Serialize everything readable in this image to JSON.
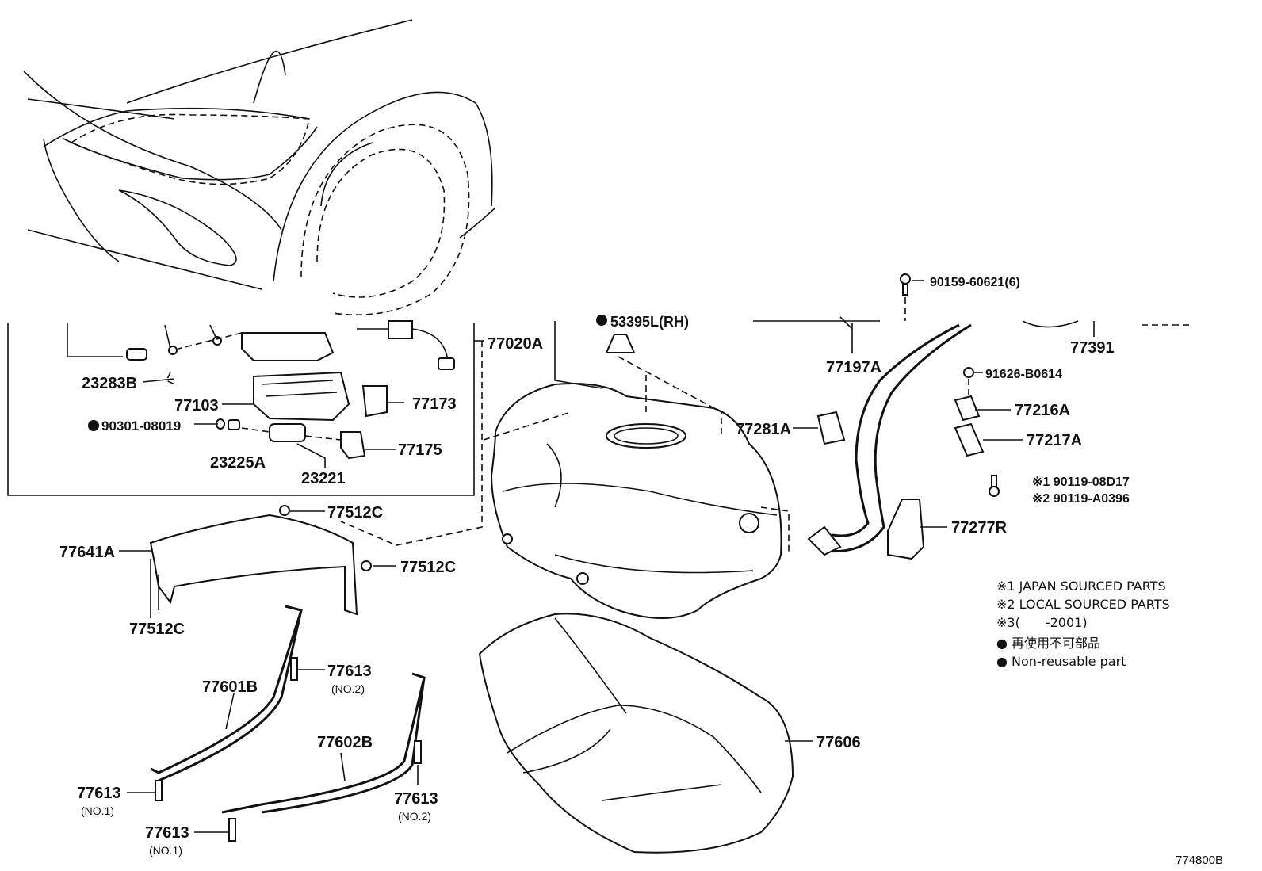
{
  "diagram_id": "774800B",
  "labels": {
    "p77020A": "77020A",
    "p23283B": "23283B",
    "p77103": "77103",
    "p77173": "77173",
    "p90301": "90301-08019",
    "p77175": "77175",
    "p23225A": "23225A",
    "p23221": "23221",
    "p77512C_a": "77512C",
    "p77512C_b": "77512C",
    "p77512C_c": "77512C",
    "p77641A": "77641A",
    "p53395L": "53395L(RH)",
    "p77197A": "77197A",
    "p90159": "90159-60621(6)",
    "p77391": "77391",
    "p91626": "91626-B0614",
    "p77216A": "77216A",
    "p77281A": "77281A",
    "p77217A": "77217A",
    "p90119_1": "※1 90119-08D17",
    "p90119_2": "※2 90119-A0396",
    "p77277R": "77277R",
    "p77601B": "77601B",
    "p77613_a": "77613",
    "p77613_a_sub": "(NO.2)",
    "p77602B": "77602B",
    "p77606": "77606",
    "p77613_b": "77613",
    "p77613_b_sub": "(NO.1)",
    "p77613_c": "77613",
    "p77613_c_sub": "(NO.2)",
    "p77613_d": "77613",
    "p77613_d_sub": "(NO.1)"
  },
  "legend": {
    "line1": "※1 JAPAN SOURCED PARTS",
    "line2": "※2 LOCAL SOURCED PARTS",
    "line3": "※3(　　-2001)",
    "line4": "● 再使用不可部品",
    "line5": "● Non-reusable part"
  }
}
